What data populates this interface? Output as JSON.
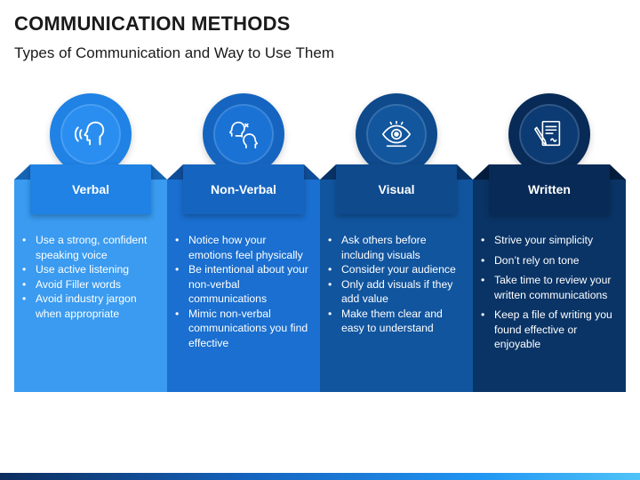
{
  "title": "COMMUNICATION METHODS",
  "subtitle": "Types of Communication and Way to Use Them",
  "colors": {
    "verbal": "#3a9bf0",
    "verbal_tab": "#1f82e4",
    "nonverbal": "#1a6fd0",
    "nonverbal_tab": "#1565c0",
    "visual": "#11559f",
    "visual_tab": "#0e4a8c",
    "written": "#0a3466",
    "written_tab": "#082a56"
  },
  "columns": [
    {
      "heading": "Verbal",
      "icon": "speaking-head-icon",
      "bullets": [
        "Use a strong, confident speaking voice",
        "Use active listening",
        "Avoid Filler words",
        "Avoid industry jargon when appropriate"
      ]
    },
    {
      "heading": "Non-Verbal",
      "icon": "two-faces-icon",
      "bullets": [
        "Notice how your emotions feel physically",
        "Be intentional about your non-verbal  communications",
        "Mimic non-verbal communications you find effective"
      ]
    },
    {
      "heading": "Visual",
      "icon": "eye-icon",
      "bullets": [
        "Ask others before including visuals",
        "Consider your audience",
        "Only add visuals if they add value",
        "Make them clear and easy to understand"
      ]
    },
    {
      "heading": "Written",
      "icon": "document-pen-icon",
      "bullets": [
        "Strive your simplicity",
        "Don’t rely on tone",
        "Take time to review your written communications",
        "Keep a file of writing you found effective or enjoyable"
      ]
    }
  ]
}
